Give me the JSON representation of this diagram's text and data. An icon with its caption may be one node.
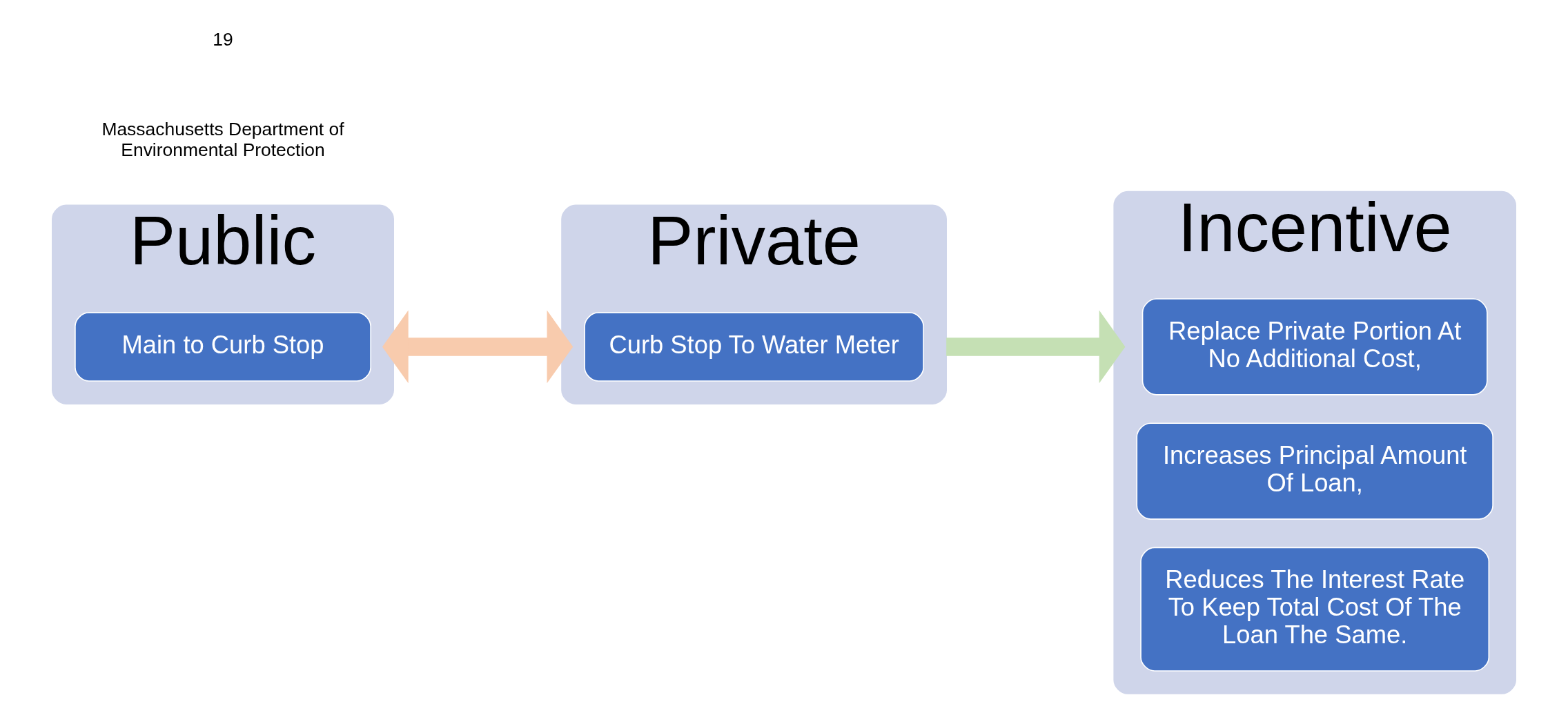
{
  "diagram": {
    "nodes": [
      {
        "text": [
          "Public"
        ]
      },
      {
        "text": [
          "Main to Curb Stop"
        ],
        "in": 0
      },
      {
        "text": [
          "Private"
        ]
      },
      {
        "text": [
          "Curb Stop To Water Meter"
        ],
        "in": 2
      },
      {
        "text": [
          "Incentive"
        ]
      },
      {
        "text": [
          "Replace Private Portion At No Additional Cost,"
        ],
        "in": 4
      },
      {
        "text": [
          "Increases Principal Amount Of Loan,"
        ],
        "in": 4
      },
      {
        "text": [
          "Reduces The Interest Rate To Keep Total Cost Of The Loan The Same."
        ],
        "in": 4
      }
    ],
    "edges": [
      {
        "from": 0,
        "to": 2,
        "arrow": "both",
        "color": "#f8cbad"
      },
      {
        "from": 2,
        "to": 4,
        "arrow": "to",
        "color": "#c5e0b4"
      }
    ],
    "labels": [
      "Massachusetts Department of Environmental Protection",
      "19"
    ]
  }
}
